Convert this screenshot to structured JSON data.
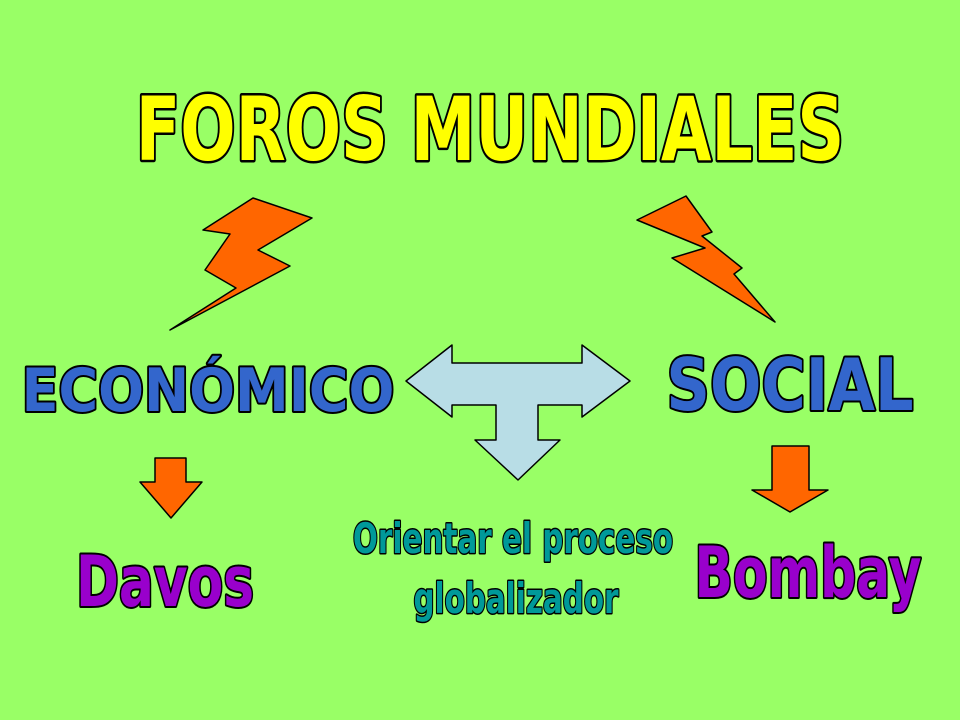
{
  "title": "FOROS MUNDIALES",
  "left_branch": {
    "label": "ECONÓMICO",
    "forum": "Davos"
  },
  "right_branch": {
    "label": "SOCIAL",
    "forum": "Bombay"
  },
  "center": {
    "line1": "Orientar el proceso",
    "line2": "globalizador"
  },
  "colors": {
    "background": "#99ff66",
    "title": "#ffff00",
    "branch_labels": "#3366cc",
    "forums": "#9900cc",
    "center_text": "#009999",
    "lightning": "#ff6600",
    "down_arrows": "#ff6600",
    "t_arrow": "#b8dde6"
  },
  "icons": [
    "lightning-bolt-icon",
    "down-arrow-icon",
    "t-arrow-icon"
  ]
}
